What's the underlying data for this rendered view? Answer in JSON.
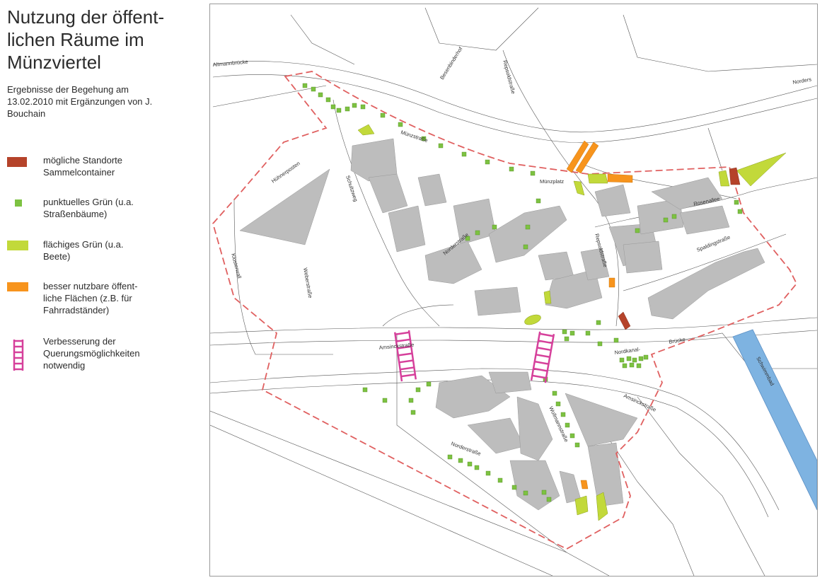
{
  "title": "Nutzung der öffent-\nlichen Räume im\nMünzviertel",
  "subtitle": "Ergebnisse der Begehung am\n13.02.2010 mit Ergänzungen von J.\nBouchain",
  "legend": [
    {
      "key": "container",
      "label": "mögliche Standorte\nSammelcontainer",
      "color": "#b5432a",
      "icon": "dark-red-square"
    },
    {
      "key": "green-point",
      "label": "punktuelles Grün (u.a.\nStraßenbäume)",
      "color": "#7dc242",
      "icon": "green-dot"
    },
    {
      "key": "green-area",
      "label": "flächiges Grün (u.a.\nBeete)",
      "color": "#c2d93a",
      "icon": "light-green-rect"
    },
    {
      "key": "public-space",
      "label": "besser nutzbare öffent-\nliche Flächen (z.B. für\nFahrradständer)",
      "color": "#f7941d",
      "icon": "orange-rect"
    },
    {
      "key": "crossing",
      "label": "Verbesserung der\nQuerungsmöglichkeiten\nnotwendig",
      "color": "#d6409b",
      "icon": "pink-ladder"
    }
  ],
  "streets": {
    "altmann": "Altmannbrücke",
    "bese": "Besenbinderhof",
    "repsold_n": "Repsoldstraße",
    "norder_ne": "Norders",
    "muenzstr": "Münzstraße",
    "huehner": "Hühnerposten",
    "schultz": "Schultzweg",
    "muenzplatz": "Münzplatz",
    "rosenallee": "Rosenallee",
    "norderstr": "Norderstraße",
    "repsold_s": "Repsoldstraße",
    "spalding": "Spaldingstraße",
    "klosterwall": "Klosterwall",
    "weber": "Weberstraße",
    "amsinck_w": "Amsinckstraße",
    "bruecke": "Brücke",
    "nordkanal": "Nordkanal-",
    "amsinck_e": "Amsinckstraße",
    "wollmann": "Wollmannstraße",
    "norderstr_s": "Norderstraße",
    "schwimmbad": "Schwimmbad"
  }
}
